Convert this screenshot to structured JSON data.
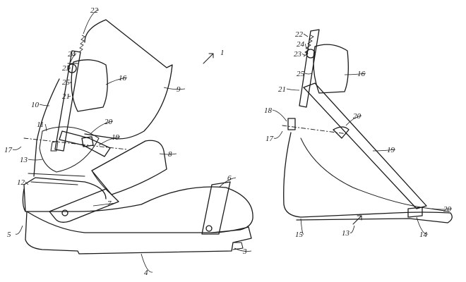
{
  "figure": {
    "left_view_labels": [
      "22",
      "24",
      "23",
      "25",
      "16",
      "9",
      "1",
      "21",
      "10",
      "11",
      "17",
      "13",
      "20",
      "19",
      "8",
      "12",
      "6",
      "7",
      "5",
      "4",
      "3"
    ],
    "right_view_labels": [
      "22",
      "24",
      "23",
      "25",
      "16",
      "21",
      "18",
      "20",
      "17",
      "19",
      "20",
      "15",
      "13",
      "14"
    ]
  },
  "colors": {
    "ink": "#1a1a1a",
    "paper": "#ffffff"
  }
}
